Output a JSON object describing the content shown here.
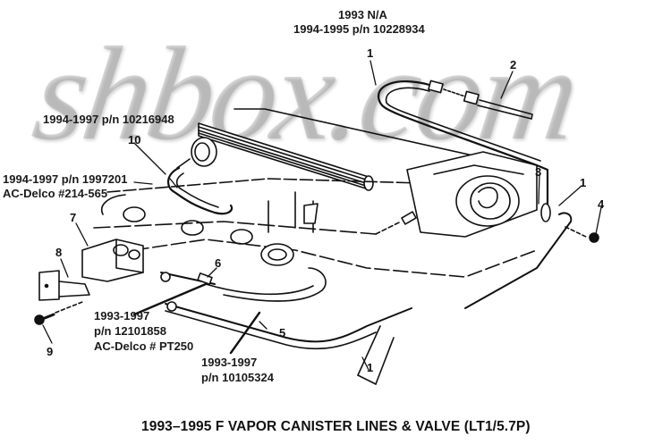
{
  "watermark": "shbox.com",
  "caption": "1993–1995 F VAPOR CANISTER LINES & VALVE (LT1/5.7P)",
  "part_notes": {
    "top": {
      "line1": "1993 N/A",
      "line2": "1994-1995 p/n 10228934"
    },
    "item10": {
      "line1": "1994-1997 p/n 10216948"
    },
    "item7": {
      "line1": "1994-1997 p/n 1997201",
      "line2": "AC-Delco #214-565"
    },
    "item6": {
      "line1": "1993-1997",
      "line2": "p/n 12101858",
      "line3": "AC-Delco # PT250"
    },
    "item5": {
      "line1": "1993-1997",
      "line2": "p/n 10105324"
    }
  },
  "callouts": {
    "c1_top": "1",
    "c2": "2",
    "c3": "3",
    "c1_right": "1",
    "c4": "4",
    "c10": "10",
    "c7": "7",
    "c8": "8",
    "c6": "6",
    "c9": "9",
    "c5": "5",
    "c1_bottom": "1"
  }
}
